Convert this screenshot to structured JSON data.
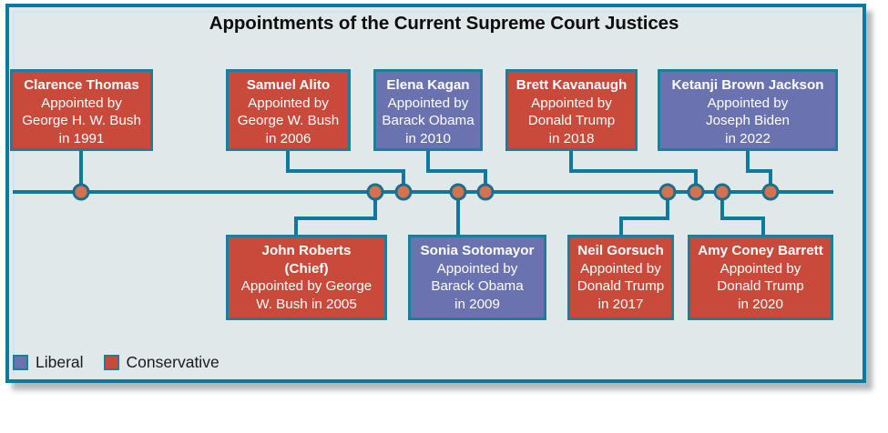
{
  "title": "Appointments of the Current Supreme Court Justices",
  "colors": {
    "frame": "#0b7a9e",
    "background": "#e1e8ea",
    "conservative": "#c9493a",
    "liberal": "#6b72b0",
    "node_fill": "#d4714f",
    "node_stroke": "#1b6f8e"
  },
  "legend": {
    "items": [
      {
        "label": "Liberal",
        "ideology": "liberal"
      },
      {
        "label": "Conservative",
        "ideology": "conservative"
      }
    ]
  },
  "timeline": {
    "orientation": "horizontal",
    "node_count": 9
  },
  "justices_top": [
    {
      "name": "Clarence Thomas",
      "line2": "Appointed by",
      "line3": "George H. W. Bush",
      "line4": "in 1991",
      "ideology": "conservative",
      "president": "George H. W. Bush",
      "year": 1991
    },
    {
      "name": "Samuel Alito",
      "line2": "Appointed by",
      "line3": "George W. Bush",
      "line4": "in 2006",
      "ideology": "conservative",
      "president": "George W. Bush",
      "year": 2006
    },
    {
      "name": "Elena Kagan",
      "line2": "Appointed by",
      "line3": "Barack Obama",
      "line4": "in 2010",
      "ideology": "liberal",
      "president": "Barack Obama",
      "year": 2010
    },
    {
      "name": "Brett Kavanaugh",
      "line2": "Appointed by",
      "line3": "Donald Trump",
      "line4": "in 2018",
      "ideology": "conservative",
      "president": "Donald Trump",
      "year": 2018
    },
    {
      "name": "Ketanji Brown Jackson",
      "line2": "Appointed by",
      "line3": "Joseph Biden",
      "line4": "in 2022",
      "ideology": "liberal",
      "president": "Joseph Biden",
      "year": 2022
    }
  ],
  "justices_bottom": [
    {
      "name": "John Roberts",
      "line2": "(Chief)",
      "line3": "Appointed by George",
      "line4": "W. Bush in 2005",
      "ideology": "conservative",
      "president": "George W. Bush",
      "year": 2005
    },
    {
      "name": "Sonia Sotomayor",
      "line2": "Appointed by",
      "line3": "Barack Obama",
      "line4": "in 2009",
      "ideology": "liberal",
      "president": "Barack Obama",
      "year": 2009
    },
    {
      "name": "Neil Gorsuch",
      "line2": "Appointed by",
      "line3": "Donald Trump",
      "line4": "in 2017",
      "ideology": "conservative",
      "president": "Donald Trump",
      "year": 2017
    },
    {
      "name": "Amy Coney Barrett",
      "line2": "Appointed by",
      "line3": "Donald Trump",
      "line4": "in 2020",
      "ideology": "conservative",
      "president": "Donald Trump",
      "year": 2020
    }
  ]
}
